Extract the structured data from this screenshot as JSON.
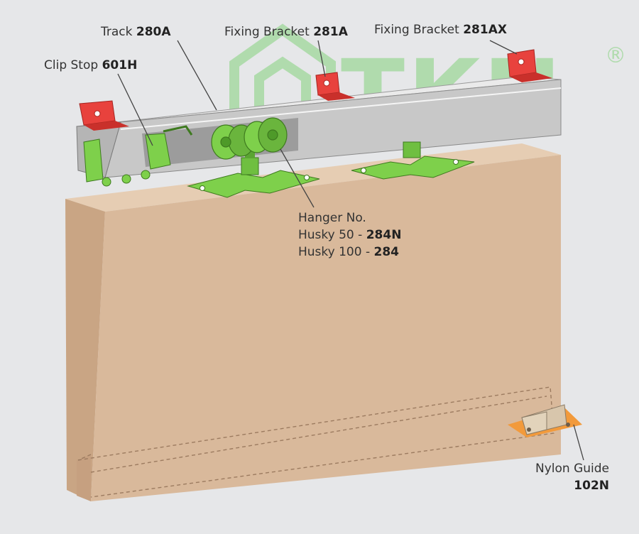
{
  "watermark": {
    "text": "TKN",
    "mark": "®",
    "color": "#9ed79a"
  },
  "labels": {
    "track": {
      "name": "Track",
      "code": "280A"
    },
    "clip_stop": {
      "name": "Clip Stop",
      "code": "601H"
    },
    "fixing_bracket_a": {
      "name": "Fixing Bracket",
      "code": "281A"
    },
    "fixing_bracket_ax": {
      "name": "Fixing Bracket",
      "code": "281AX"
    },
    "hanger": {
      "title": "Hanger No.",
      "line1_name": "Husky 50 -",
      "line1_code": "284N",
      "line2_name": "Husky 100 -",
      "line2_code": "284"
    },
    "nylon_guide": {
      "name": "Nylon Guide",
      "code": "102N"
    }
  },
  "colors": {
    "background": "#e6e7e9",
    "door_front": "#d9b99b",
    "door_top": "#e6cdb3",
    "door_side": "#c9a584",
    "track": "#c8c8c8",
    "bracket": "#e8423d",
    "hanger_green": "#7ed04b",
    "guide_orange": "#f29a3b"
  }
}
